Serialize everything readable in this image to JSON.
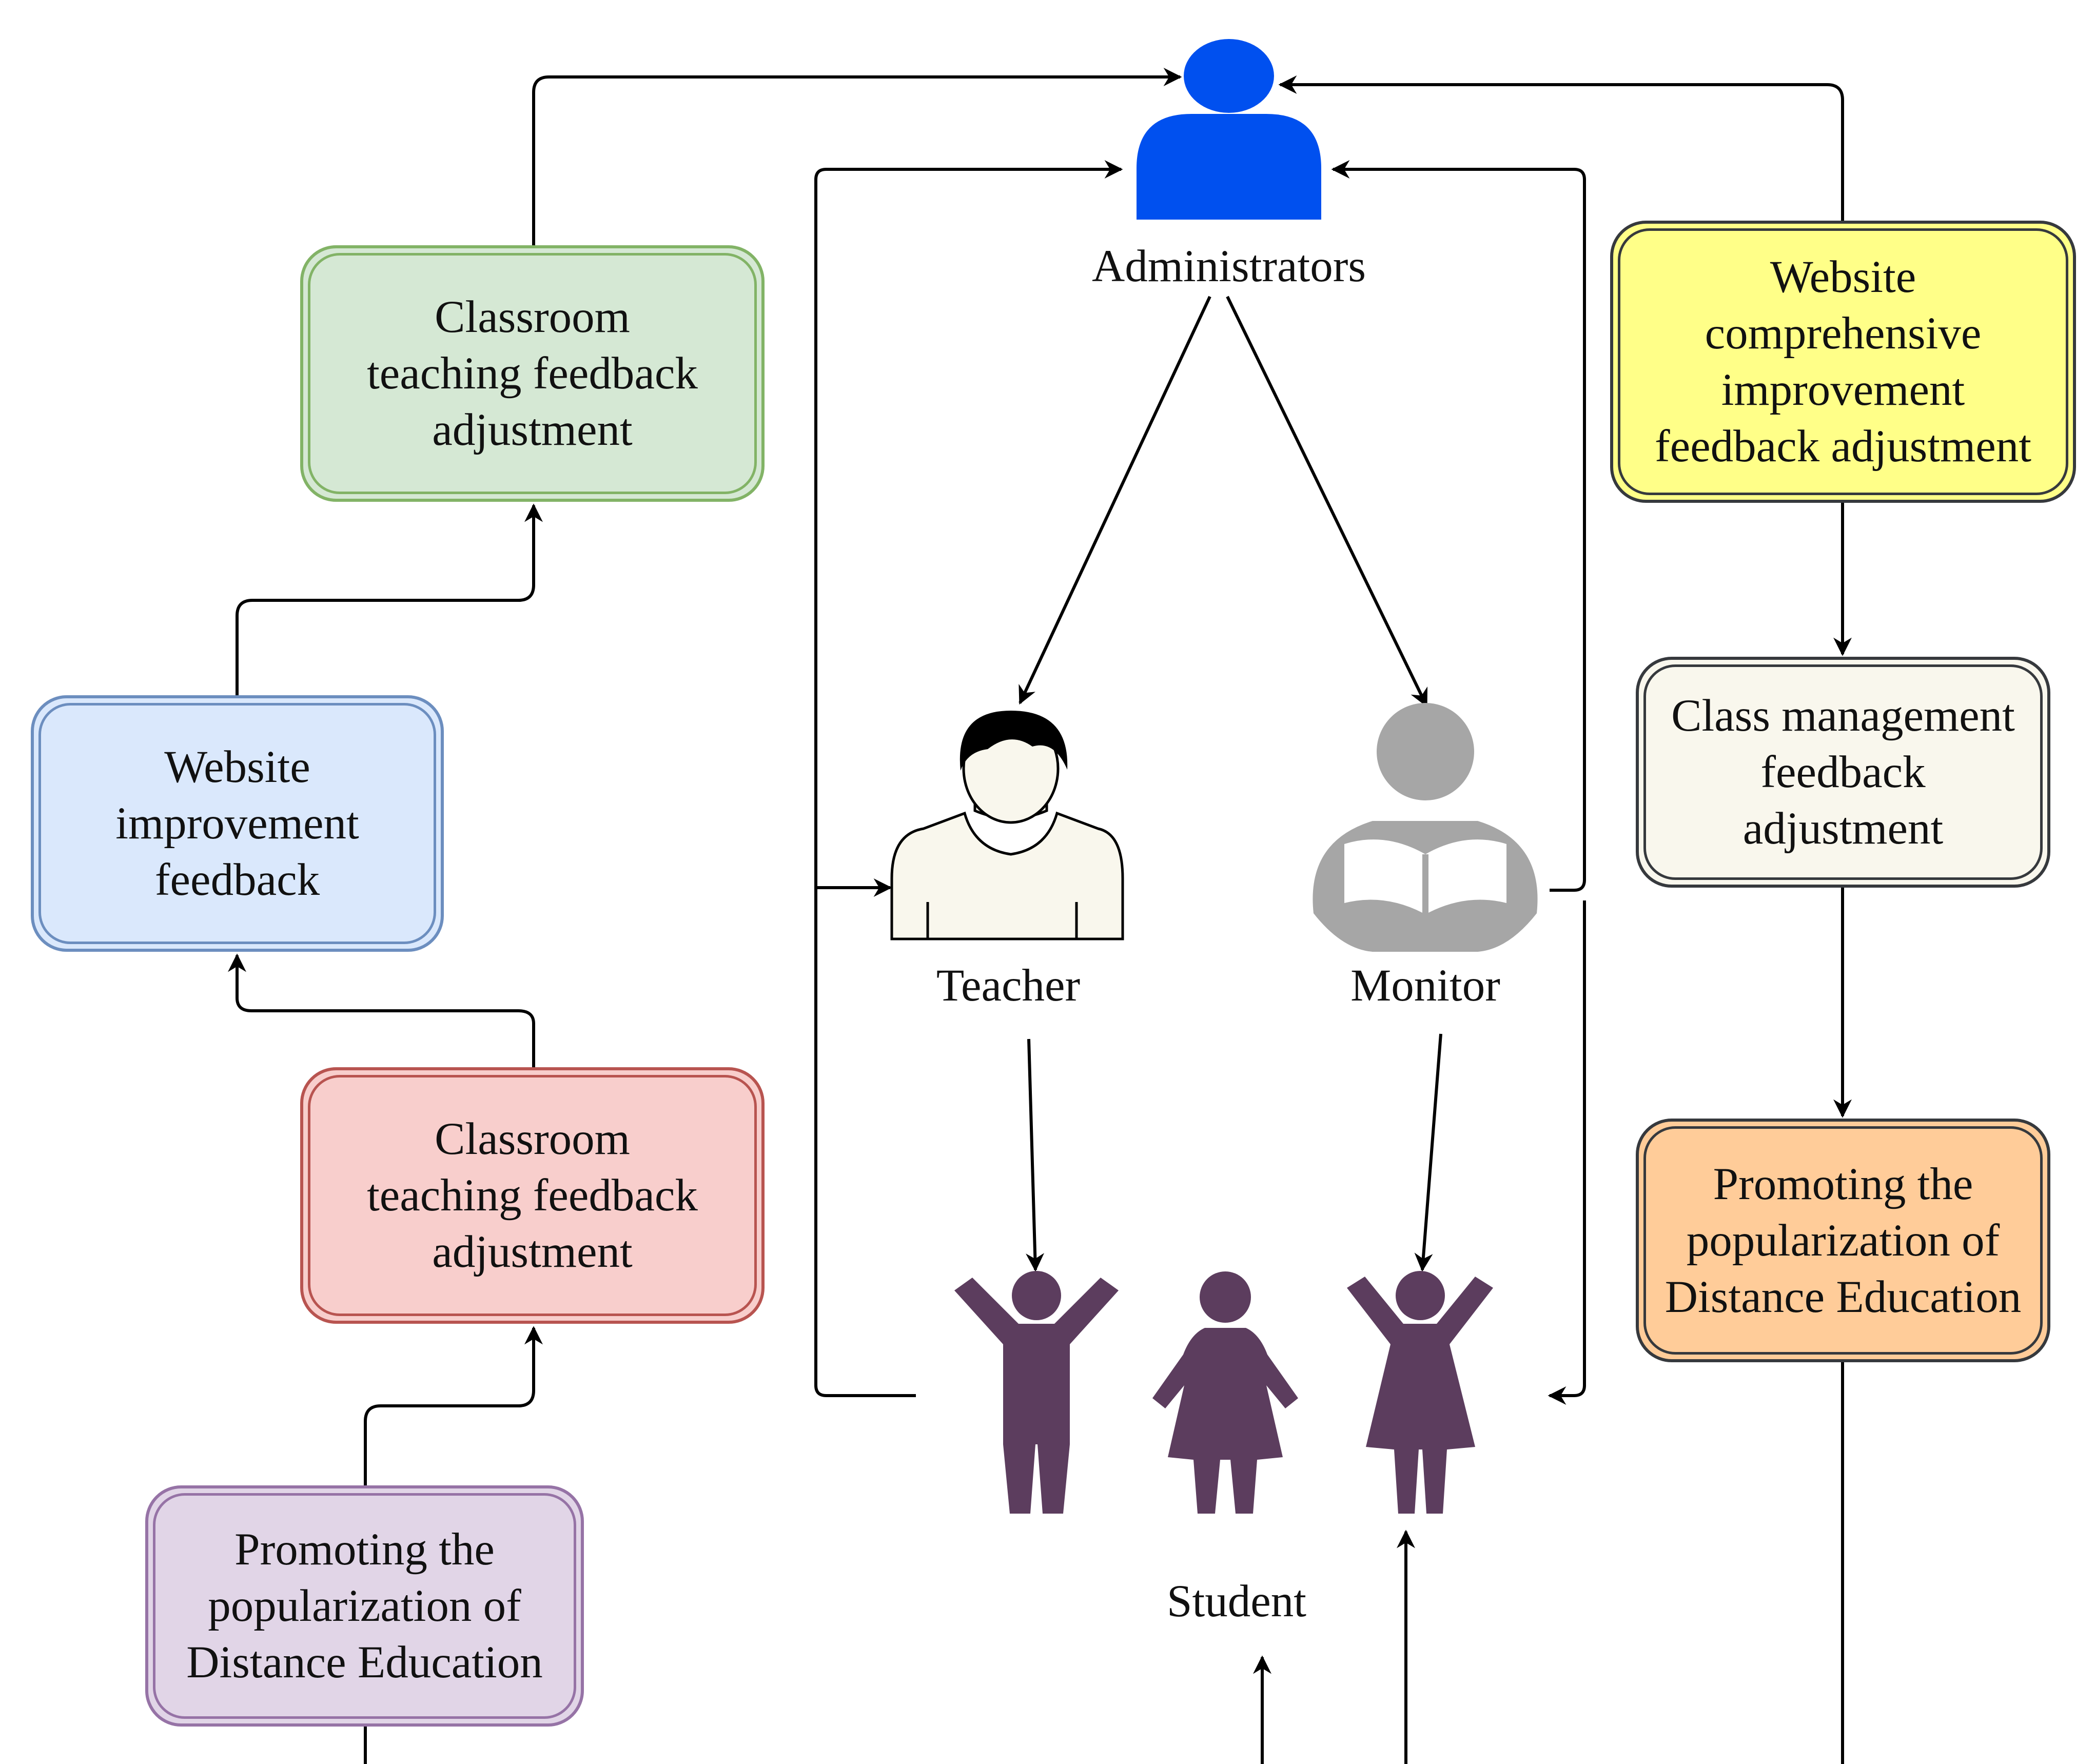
{
  "actors": {
    "administrators": "Administrators",
    "teacher": "Teacher",
    "monitor": "Monitor",
    "student": "Student"
  },
  "boxes": {
    "left_top": "Classroom\nteaching feedback\nadjustment",
    "left_mid": "Website\nimprovement\nfeedback",
    "left_red": "Classroom\nteaching feedback\nadjustment",
    "left_bottom": "Promoting the\npopularization of\nDistance Education",
    "right_top": "Website\ncomprehensive\nimprovement\nfeedback adjustment",
    "right_mid": "Class management\nfeedback\nadjustment",
    "right_bottom": "Promoting the\npopularization of\nDistance Education"
  },
  "colors": {
    "administrator_icon": "#0050ef",
    "student_icon": "#5c3d5e",
    "monitor_icon": "#a6a6a6",
    "teacher_hair": "#000000",
    "teacher_body": "#f9f7ed",
    "edge": "#000000"
  }
}
